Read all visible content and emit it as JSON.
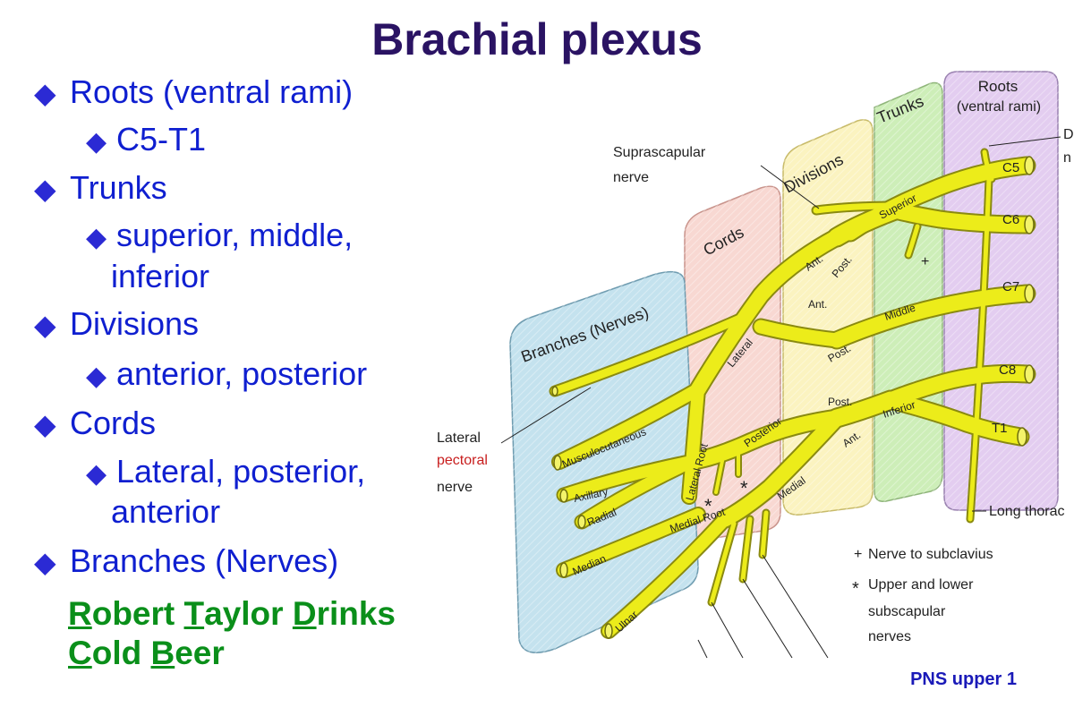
{
  "title": "Brachial plexus",
  "bullets": [
    {
      "level": 1,
      "text": "Roots (ventral rami)"
    },
    {
      "level": 2,
      "text": "C5-T1"
    },
    {
      "level": 1,
      "text": "Trunks"
    },
    {
      "level": 2,
      "text": "superior, middle,"
    },
    {
      "level": 2,
      "text": "inferior",
      "continuation": true
    },
    {
      "level": 1,
      "text": "Divisions"
    },
    {
      "level": 2,
      "text": "anterior, posterior"
    },
    {
      "level": 1,
      "text": "Cords"
    },
    {
      "level": 2,
      "text": "Lateral, posterior,"
    },
    {
      "level": 2,
      "text": "anterior",
      "continuation": true
    },
    {
      "level": 1,
      "text": "Branches (Nerves)"
    }
  ],
  "mnemonic": {
    "line1": [
      {
        "cap": "R",
        "rest": "obert"
      },
      {
        "cap": "T",
        "rest": "aylor"
      },
      {
        "cap": "D",
        "rest": "rinks"
      }
    ],
    "line2": [
      {
        "cap": "C",
        "rest": "old"
      },
      {
        "cap": "B",
        "rest": "eer"
      }
    ]
  },
  "diagram": {
    "regions": {
      "roots": "Roots",
      "roots_sub": "(ventral rami)",
      "trunks": "Trunks",
      "divisions": "Divisions",
      "cords": "Cords",
      "branches": "Branches (Nerves)"
    },
    "colors": {
      "roots_fill": "#e3cdf0",
      "trunks_fill": "#cdeeb8",
      "divisions_fill": "#fbf3c0",
      "cords_fill": "#f8d8d2",
      "branches_fill": "#c4e2ee",
      "nerve": "#ecec1a",
      "nerve_stroke": "#8a8a10"
    },
    "spinal_levels": [
      "C5",
      "C6",
      "C7",
      "C8",
      "T1"
    ],
    "trunk_labels": [
      "Superior",
      "Middle",
      "Inferior"
    ],
    "division_labels": {
      "ant": "Ant.",
      "post": "Post."
    },
    "cord_labels": [
      "Lateral",
      "Posterior",
      "Medial"
    ],
    "roots_of_median": [
      "Lateral Root",
      "Medial Root"
    ],
    "branch_labels": [
      "Musculocutaneous",
      "Axillary",
      "Radial",
      "Median",
      "Ulnar"
    ],
    "callouts": {
      "suprascapular_1": "Suprascapular",
      "suprascapular_2": "nerve",
      "lateral_pectoral_1": "Lateral",
      "lateral_pectoral_2": "pectoral",
      "lateral_pectoral_3": "nerve",
      "dorsal_1": "D",
      "dorsal_2": "n",
      "long_thoracic": "Long thorac"
    },
    "legend": {
      "plus_symbol": "+",
      "plus_text": "Nerve to subclavius",
      "star_symbol": "*",
      "star_text_1": "Upper and lower",
      "star_text_2": "subscapular",
      "star_text_3": "nerves"
    }
  },
  "footer": "PNS upper  1"
}
